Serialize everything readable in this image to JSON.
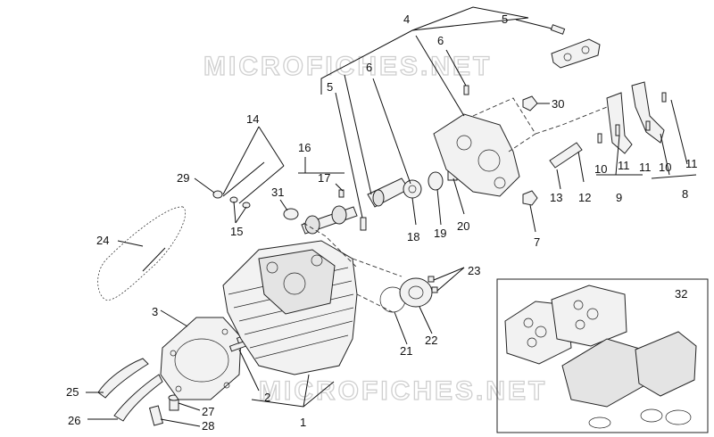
{
  "watermarks": [
    "MICROFICHES.NET",
    "MICROFICHES.NET"
  ],
  "callouts": {
    "c1": "1",
    "c2": "2",
    "c3": "3",
    "c4": "4",
    "c5a": "5",
    "c5b": "5",
    "c6a": "6",
    "c6b": "6",
    "c7": "7",
    "c8": "8",
    "c9": "9",
    "c10a": "10",
    "c10b": "10",
    "c11a": "11",
    "c11b": "11",
    "c11c": "11",
    "c12": "12",
    "c13": "13",
    "c14": "14",
    "c15": "15",
    "c16": "16",
    "c17": "17",
    "c18": "18",
    "c19": "19",
    "c20": "20",
    "c21": "21",
    "c22": "22",
    "c23": "23",
    "c24": "24",
    "c25": "25",
    "c26": "26",
    "c27": "27",
    "c28": "28",
    "c29": "29",
    "c30": "30",
    "c31": "31",
    "c32": "32"
  }
}
